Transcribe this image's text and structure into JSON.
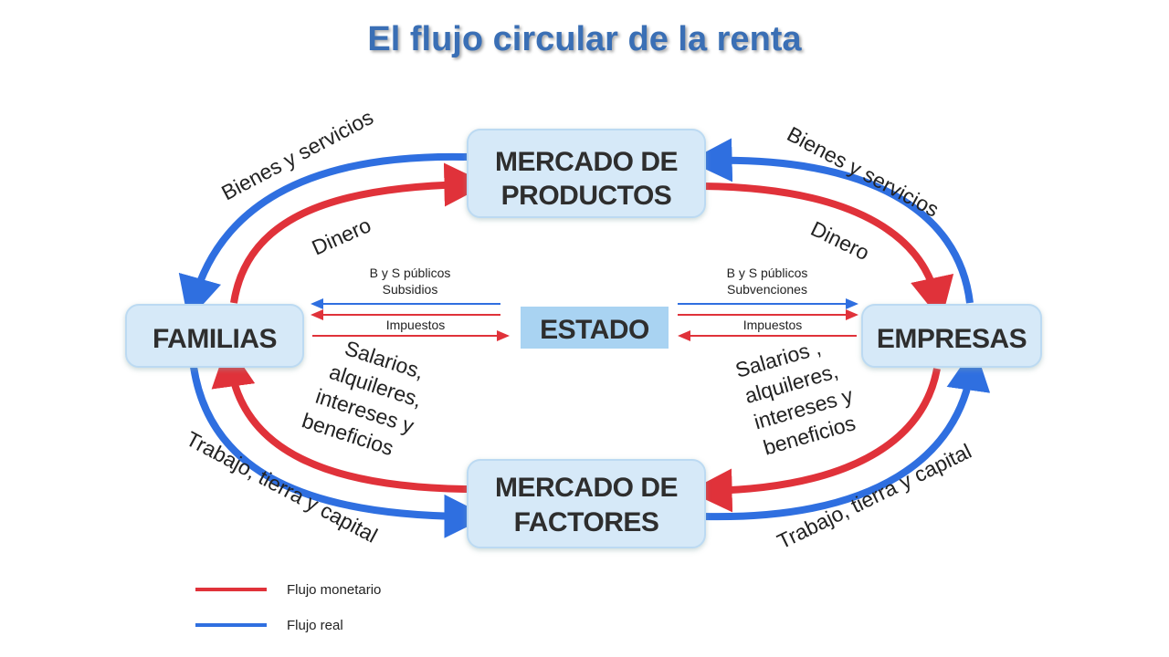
{
  "title": "El flujo circular de la renta",
  "nodes": {
    "mercado_productos": [
      "MERCADO DE",
      "PRODUCTOS"
    ],
    "mercado_factores": [
      "MERCADO DE",
      "FACTORES"
    ],
    "familias": "FAMILIAS",
    "empresas": "EMPRESAS",
    "estado": "ESTADO"
  },
  "flows": {
    "bienes_servicios_izq": "Bienes y servicios",
    "bienes_servicios_der": "Bienes y servicios",
    "dinero_izq": "Dinero",
    "dinero_der": "Dinero",
    "salarios_izq": [
      "Salarios,",
      "alquileres,",
      "intereses y",
      "beneficios"
    ],
    "salarios_der": [
      "Salarios ,",
      "alquileres,",
      "intereses y",
      "beneficios"
    ],
    "trabajo_izq": "Trabajo, tierra y capital",
    "trabajo_der": "Trabajo, tierra y capital"
  },
  "estado_flows": {
    "left_top": [
      "B y S públicos",
      "Subsidios"
    ],
    "left_bottom": "Impuestos",
    "right_top": [
      "B y S públicos",
      "Subvenciones"
    ],
    "right_bottom": "Impuestos"
  },
  "legend": {
    "monetario": "Flujo monetario",
    "real": "Flujo real"
  },
  "colors": {
    "real_flow": "#2f6fe0",
    "monetary_flow": "#e0323a",
    "node_fill": "#d6e9f8",
    "estado_fill": "#a9d3f2",
    "title": "#3a6fb5"
  }
}
